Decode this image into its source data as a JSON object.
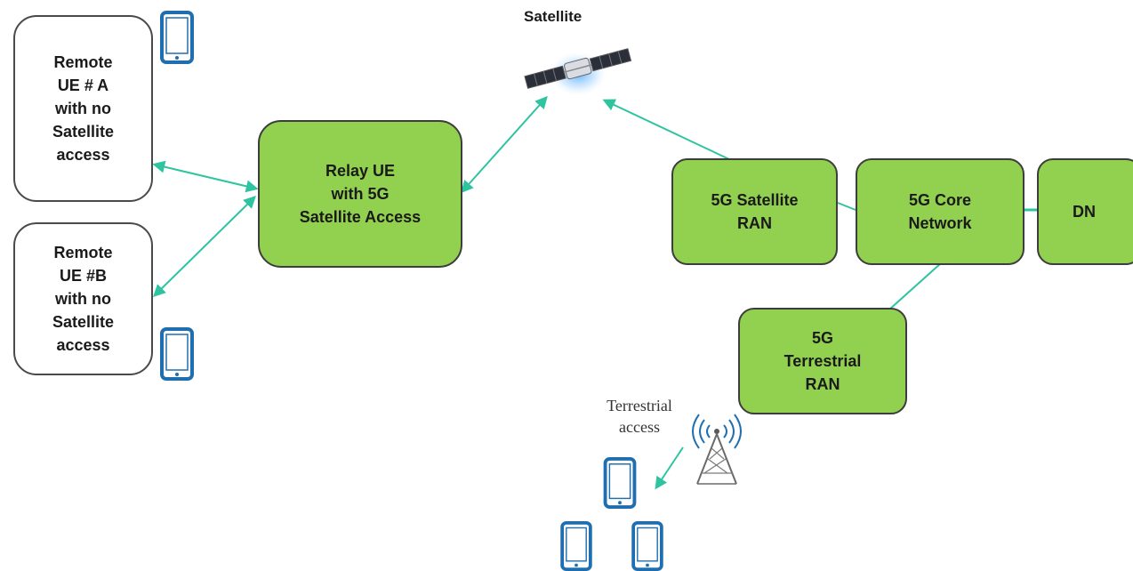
{
  "colors": {
    "node_fill": "#92d050",
    "link": "#2ec4a0",
    "device": "#1f6fb0"
  },
  "labels": {
    "satellite": "Satellite",
    "terrestrial_access": "Terrestrial\naccess"
  },
  "nodes": {
    "remote_ue_a": "Remote\nUE # A\nwith no\nSatellite\naccess",
    "remote_ue_b": "Remote\nUE #B\nwith no\nSatellite\naccess",
    "relay_ue": "Relay UE\nwith  5G\nSatellite Access",
    "satellite_ran": "5G  Satellite\nRAN",
    "core_network": "5G  Core\nNetwork",
    "dn": "DN",
    "terrestrial_ran": "5G\nTerrestrial\nRAN"
  },
  "icons": {
    "satellite": "satellite-icon",
    "tower": "cell-tower-icon",
    "device": "smartphone-icon"
  }
}
